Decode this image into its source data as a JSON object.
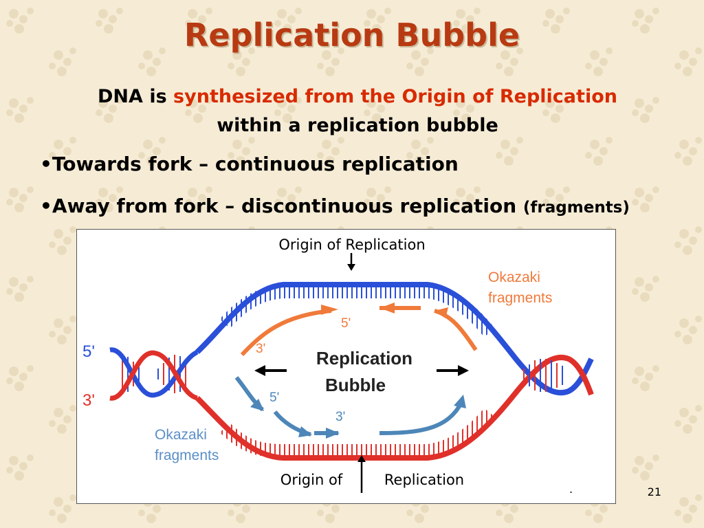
{
  "slide": {
    "title": "Replication Bubble",
    "subtitle_part1": "DNA is ",
    "subtitle_highlight": "synthesized from the Origin of Replication",
    "subtitle_part2": "within a replication bubble",
    "bullet1": "•Towards fork – continuous replication",
    "bullet2_main": "•Away from fork – discontinuous replication ",
    "bullet2_small": "(fragments)",
    "page_number": "21"
  },
  "figure": {
    "origin_top": "Origin of Replication",
    "origin_bottom_a": "Origin of",
    "origin_bottom_b": "Replication",
    "okazaki_top_1": "Okazaki",
    "okazaki_top_2": "fragments",
    "okazaki_bottom_1": "Okazaki",
    "okazaki_bottom_2": "fragments",
    "bubble_1": "Replication",
    "bubble_2": "Bubble",
    "label_5_left": "5'",
    "label_3_left": "3'",
    "label_5_top": "5'",
    "label_3_top": "3'",
    "label_5_bottom": "5'",
    "label_3_bottom": "3'",
    "dot": "."
  },
  "colors": {
    "title": "#b83a12",
    "highlight": "#d82a00",
    "blue_strand": "#2a4fd8",
    "red_strand": "#e0302a",
    "orange_new": "#f07a3a",
    "blue_new": "#4d86b8",
    "okazaki_orange": "#f07a3a",
    "okazaki_blue": "#5b8fc7"
  }
}
